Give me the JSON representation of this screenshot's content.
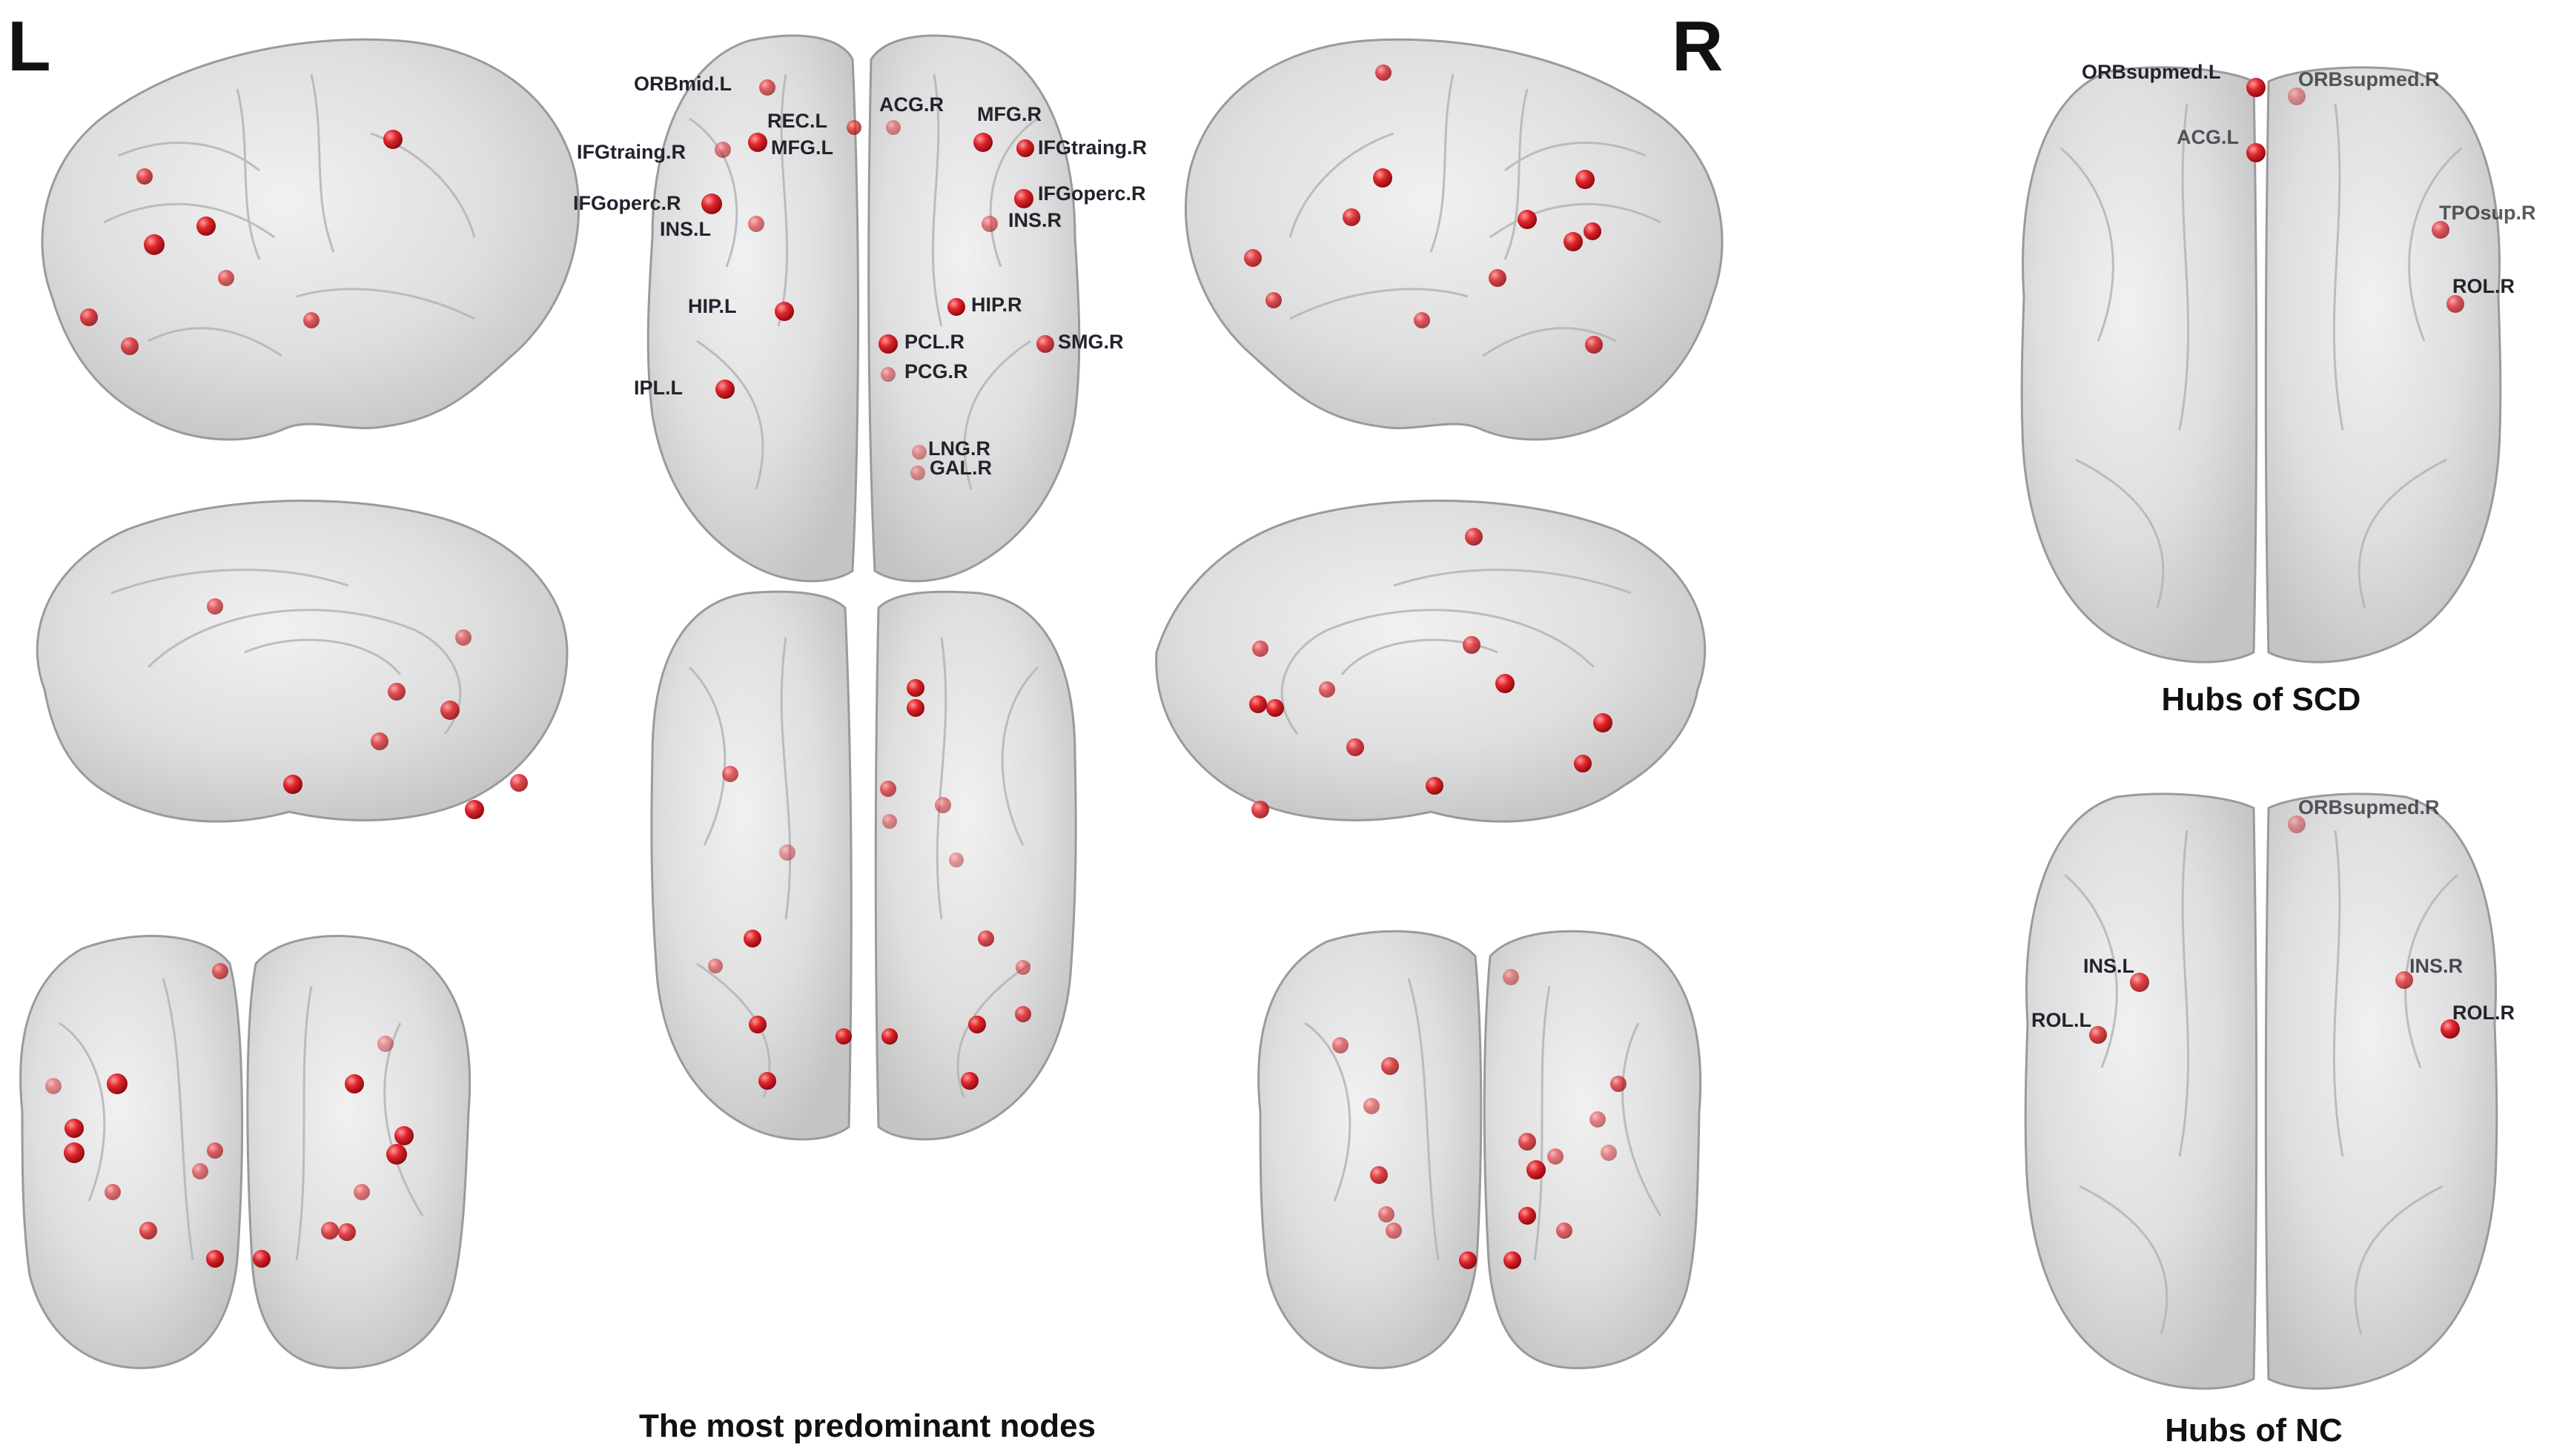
{
  "side_labels": {
    "left": "L",
    "right": "R"
  },
  "captions": {
    "main": "The most predominant nodes",
    "scd": "Hubs of SCD",
    "nc": "Hubs of NC"
  },
  "predominant_node_labels": [
    "ORBmid.L",
    "REC.L",
    "ACG.R",
    "MFG.R",
    "IFGtraing.R",
    "MFG.L",
    "IFGtraing.R",
    "IFGoperc.R",
    "IFGoperc.R",
    "INS.L",
    "INS.R",
    "HIP.L",
    "HIP.R",
    "PCL.R",
    "SMG.R",
    "PCG.R",
    "IPL.L",
    "LNG.R",
    "GAL.R"
  ],
  "scd_hub_labels": [
    "ORBsupmed.L",
    "ORBsupmed.R",
    "ACG.L",
    "TPOsup.R",
    "ROL.R"
  ],
  "nc_hub_labels": [
    "ORBsupmed.R",
    "INS.L",
    "INS.R",
    "ROL.L",
    "ROL.R"
  ],
  "colors": {
    "node_red": "#d0141c",
    "brain_fill": "#dcdcdc",
    "label_text": "#23232e"
  }
}
